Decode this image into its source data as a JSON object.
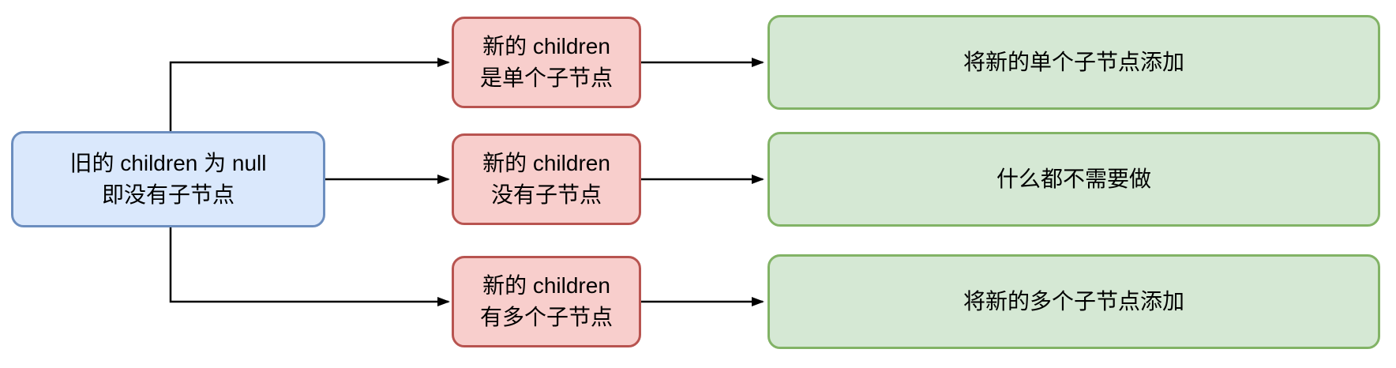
{
  "diagram": {
    "nodes": {
      "source": {
        "text": "旧的 children 为 null\n即没有子节点"
      },
      "cond_single": {
        "text": "新的 children\n是单个子节点"
      },
      "cond_none": {
        "text": "新的 children\n没有子节点"
      },
      "cond_multiple": {
        "text": "新的 children\n有多个子节点"
      },
      "act_single": {
        "text": "将新的单个子节点添加"
      },
      "act_none": {
        "text": "什么都不需要做"
      },
      "act_multiple": {
        "text": "将新的多个子节点添加"
      }
    },
    "edges": [
      {
        "from": "source",
        "to": "cond_single"
      },
      {
        "from": "source",
        "to": "cond_none"
      },
      {
        "from": "source",
        "to": "cond_multiple"
      },
      {
        "from": "cond_single",
        "to": "act_single"
      },
      {
        "from": "cond_none",
        "to": "act_none"
      },
      {
        "from": "cond_multiple",
        "to": "act_multiple"
      }
    ]
  },
  "colors": {
    "blue_fill": "#dae8fc",
    "blue_border": "#6c8ebf",
    "red_fill": "#f8cecc",
    "red_border": "#b85450",
    "green_fill": "#d5e8d4",
    "green_border": "#82b366",
    "arrow": "#000000"
  }
}
